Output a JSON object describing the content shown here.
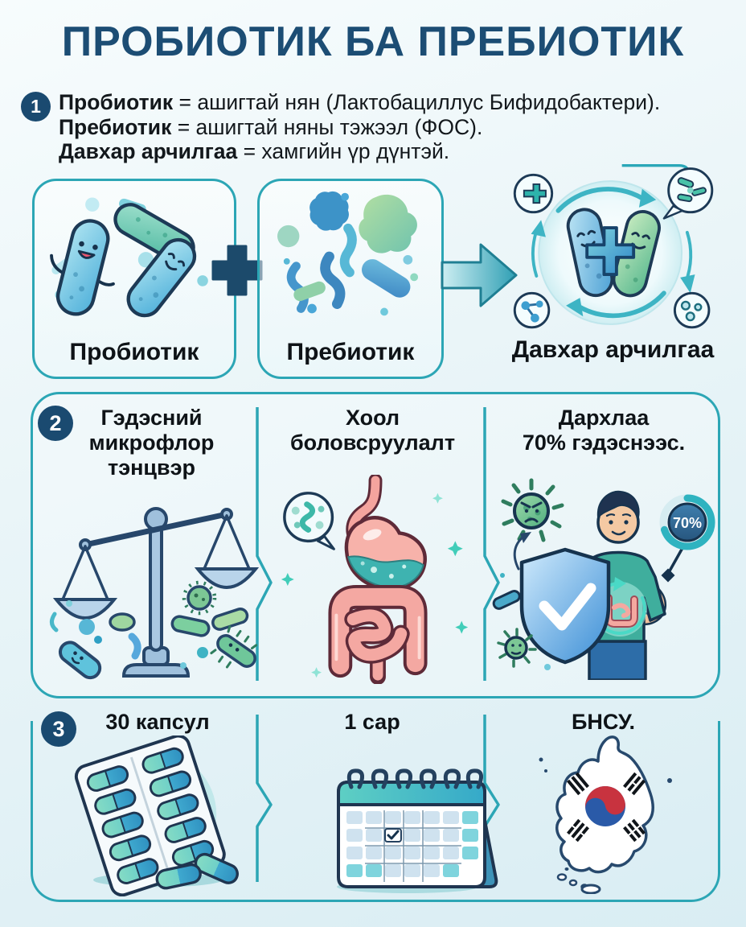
{
  "title": "ПРОБИОТИК БА ПРЕБИОТИК",
  "intro": {
    "badge": "1",
    "lines": [
      {
        "term": "Пробиотик",
        "definition": " = ашигтай нян (Лактобациллус Бифидобактери)."
      },
      {
        "term": "Пребиотик",
        "definition": " = ашигтай няны тэжээл (ФОС)."
      },
      {
        "term": "Давхар арчилгаа",
        "definition": " = хамгийн үр дүнтэй."
      }
    ]
  },
  "combination_row": {
    "probiotic_label": "Пробиотик",
    "plus_sign": "+",
    "prebiotic_label": "Пребиотик",
    "result_label": "Давхар арчилгаа",
    "icons": {
      "probiotic": "probiotic-bacteria-icon",
      "plus": "plus-icon",
      "prebiotic": "prebiotic-fiber-icon",
      "arrow": "arrow-right-icon",
      "result": "dual-care-cycle-icon"
    }
  },
  "benefits_section": {
    "badge": "2",
    "columns": [
      {
        "title": "Гэдэсний\nмикрофлор\nтэнцвэр",
        "icon": "balance-scale-icon"
      },
      {
        "title": "Хоол\nболовсруулалт",
        "icon": "digestive-system-icon"
      },
      {
        "title": "Дархлаа\n70% гэдэснээс.",
        "icon": "immune-shield-icon",
        "stat_value": "70%"
      }
    ]
  },
  "product_section": {
    "badge": "3",
    "columns": [
      {
        "title": "30 капсул",
        "icon": "capsule-blister-icon"
      },
      {
        "title": "1 сар",
        "icon": "calendar-icon"
      },
      {
        "title": "БНСУ.",
        "icon": "south-korea-map-icon"
      }
    ]
  },
  "colors": {
    "navy": "#1c4d74",
    "badge_navy": "#1a4a70",
    "teal_border": "#2ca6b5",
    "text_black": "#0e1317",
    "background_top": "#f7fcfd",
    "background_bottom": "#d9edf3"
  }
}
